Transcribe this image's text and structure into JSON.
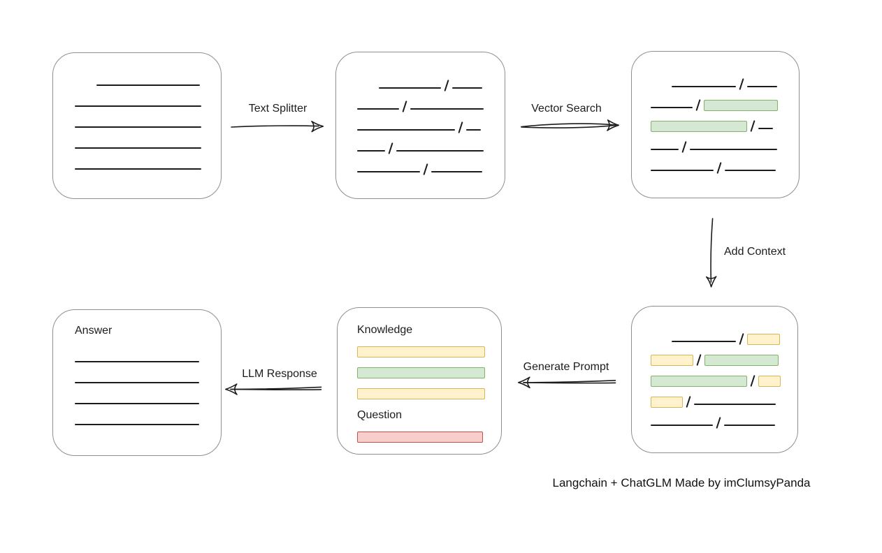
{
  "caption": "Langchain + ChatGLM Made by imClumsyPanda",
  "arrows": {
    "text_splitter": {
      "label": "Text Splitter",
      "direction": "right"
    },
    "vector_search": {
      "label": "Vector Search",
      "direction": "right"
    },
    "add_context": {
      "label": "Add Context",
      "direction": "down"
    },
    "generate_prompt": {
      "label": "Generate Prompt",
      "direction": "left"
    },
    "llm_response": {
      "label": "LLM Response",
      "direction": "left"
    }
  },
  "colors": {
    "green_fill": "#d5e8d4",
    "green_border": "#82b366",
    "yellow_fill": "#fff2cc",
    "yellow_border": "#d6b656",
    "red_fill": "#f8cecc",
    "red_border": "#b85450",
    "node_border": "#8f8f8f",
    "stroke": "#1c1c1c"
  },
  "boxes": {
    "source_document": {
      "rows": [
        [
          {
            "t": "line",
            "w": 148,
            "ind": 31
          }
        ],
        [
          {
            "t": "line",
            "w": 181
          }
        ],
        [
          {
            "t": "line",
            "w": 181
          }
        ],
        [
          {
            "t": "line",
            "w": 181
          }
        ],
        [
          {
            "t": "line",
            "w": 181
          }
        ]
      ]
    },
    "split_chunks": {
      "rows": [
        [
          {
            "t": "line",
            "w": 89,
            "ind": 31
          },
          {
            "t": "slash"
          },
          {
            "t": "line",
            "w": 43
          }
        ],
        [
          {
            "t": "line",
            "w": 60
          },
          {
            "t": "slash"
          },
          {
            "t": "line",
            "w": 105
          }
        ],
        [
          {
            "t": "line",
            "w": 140
          },
          {
            "t": "slash"
          },
          {
            "t": "line",
            "w": 21
          }
        ],
        [
          {
            "t": "line",
            "w": 40
          },
          {
            "t": "slash"
          },
          {
            "t": "line",
            "w": 125
          }
        ],
        [
          {
            "t": "line",
            "w": 90
          },
          {
            "t": "slash"
          },
          {
            "t": "line",
            "w": 73
          }
        ]
      ]
    },
    "vector_matches": {
      "rows": [
        [
          {
            "t": "line",
            "w": 92,
            "ind": 30
          },
          {
            "t": "slash"
          },
          {
            "t": "line",
            "w": 43
          }
        ],
        [
          {
            "t": "line",
            "w": 60
          },
          {
            "t": "slash"
          },
          {
            "t": "chip",
            "c": "green",
            "w": 106
          }
        ],
        [
          {
            "t": "chip",
            "c": "green",
            "w": 138
          },
          {
            "t": "slash"
          },
          {
            "t": "line",
            "w": 21
          }
        ],
        [
          {
            "t": "line",
            "w": 40
          },
          {
            "t": "slash"
          },
          {
            "t": "line",
            "w": 125
          }
        ],
        [
          {
            "t": "line",
            "w": 90
          },
          {
            "t": "slash"
          },
          {
            "t": "line",
            "w": 73
          }
        ]
      ]
    },
    "context_chunks": {
      "rows": [
        [
          {
            "t": "line",
            "w": 92,
            "ind": 30
          },
          {
            "t": "slash"
          },
          {
            "t": "chip",
            "c": "yellow",
            "w": 47
          }
        ],
        [
          {
            "t": "chip",
            "c": "yellow",
            "w": 61
          },
          {
            "t": "slash"
          },
          {
            "t": "chip",
            "c": "green",
            "w": 106
          }
        ],
        [
          {
            "t": "chip",
            "c": "green",
            "w": 138
          },
          {
            "t": "slash"
          },
          {
            "t": "chip",
            "c": "yellow",
            "w": 32
          }
        ],
        [
          {
            "t": "chip",
            "c": "yellow",
            "w": 46
          },
          {
            "t": "slash"
          },
          {
            "t": "line",
            "w": 117
          }
        ],
        [
          {
            "t": "line",
            "w": 89
          },
          {
            "t": "slash"
          },
          {
            "t": "line",
            "w": 73
          }
        ]
      ]
    },
    "prompt": {
      "knowledge_label": "Knowledge",
      "question_label": "Question",
      "knowledge_rows": [
        [
          {
            "t": "chip",
            "c": "yellow",
            "w": 183
          }
        ],
        [
          {
            "t": "chip",
            "c": "green",
            "w": 183
          }
        ],
        [
          {
            "t": "chip",
            "c": "yellow",
            "w": 183
          }
        ]
      ],
      "question_rows": [
        [
          {
            "t": "chip",
            "c": "red",
            "w": 180
          }
        ]
      ]
    },
    "answer": {
      "label": "Answer",
      "rows": [
        [
          {
            "t": "line",
            "w": 178
          }
        ],
        [
          {
            "t": "line",
            "w": 178
          }
        ],
        [
          {
            "t": "line",
            "w": 178
          }
        ],
        [
          {
            "t": "line",
            "w": 178
          }
        ]
      ]
    }
  }
}
